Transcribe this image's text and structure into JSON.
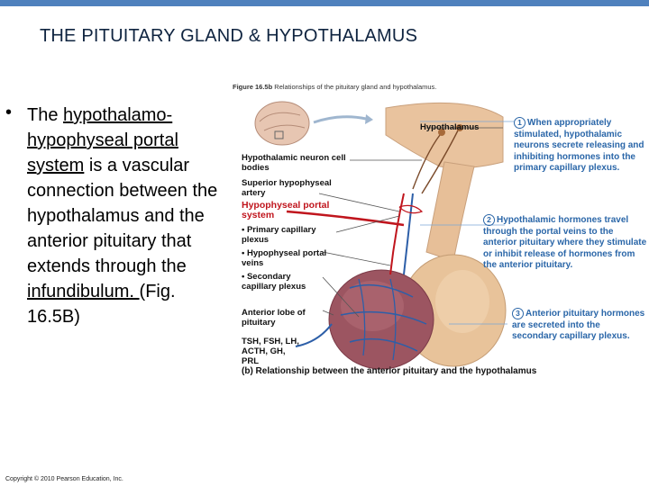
{
  "slide": {
    "title": "THE PITUITARY GLAND & HYPOTHALAMUS",
    "copyright": "Copyright © 2010 Pearson Education, Inc.",
    "accent_color": "#4f81bd"
  },
  "bullet": {
    "part1": "The ",
    "link1": "hypothalamo-hypophyseal portal system",
    "part2": " is a vascular connection between the hypothalamus and the anterior pituitary that extends through the ",
    "link2": "infundibulum. ",
    "part3": " (Fig. 16.5B)"
  },
  "figure": {
    "caption_bold": "Figure 16.5b",
    "caption_rest": "Relationships of the pituitary gland and hypothalamus.",
    "label_hypothalamus": "Hypothalamus",
    "label_neuron_cell_bodies": "Hypothalamic neuron cell bodies",
    "label_superior_artery": "Superior hypophyseal artery",
    "label_portal_system": "Hypophyseal portal system",
    "label_primary_plexus": "• Primary capillary plexus",
    "label_portal_veins": "• Hypophyseal portal veins",
    "label_secondary_plexus": "• Secondary capillary plexus",
    "label_anterior_lobe": "Anterior lobe of pituitary",
    "label_hormones": "TSH, FSH, LH, ACTH, GH, PRL",
    "step1_num": "1",
    "step1_text": "When appropriately stimulated, hypothalamic neurons secrete releasing and inhibiting hormones into the primary capillary plexus.",
    "step2_num": "2",
    "step2_text": "Hypothalamic hormones travel through the portal veins to the anterior pituitary where they stimulate or inhibit release of hormones from the anterior pituitary.",
    "step3_num": "3",
    "step3_text": "Anterior pituitary hormones are secreted into the secondary capillary plexus.",
    "bottom_bold": "(b)",
    "bottom_text": " Relationship between the anterior pituitary and the hypothalamus"
  }
}
